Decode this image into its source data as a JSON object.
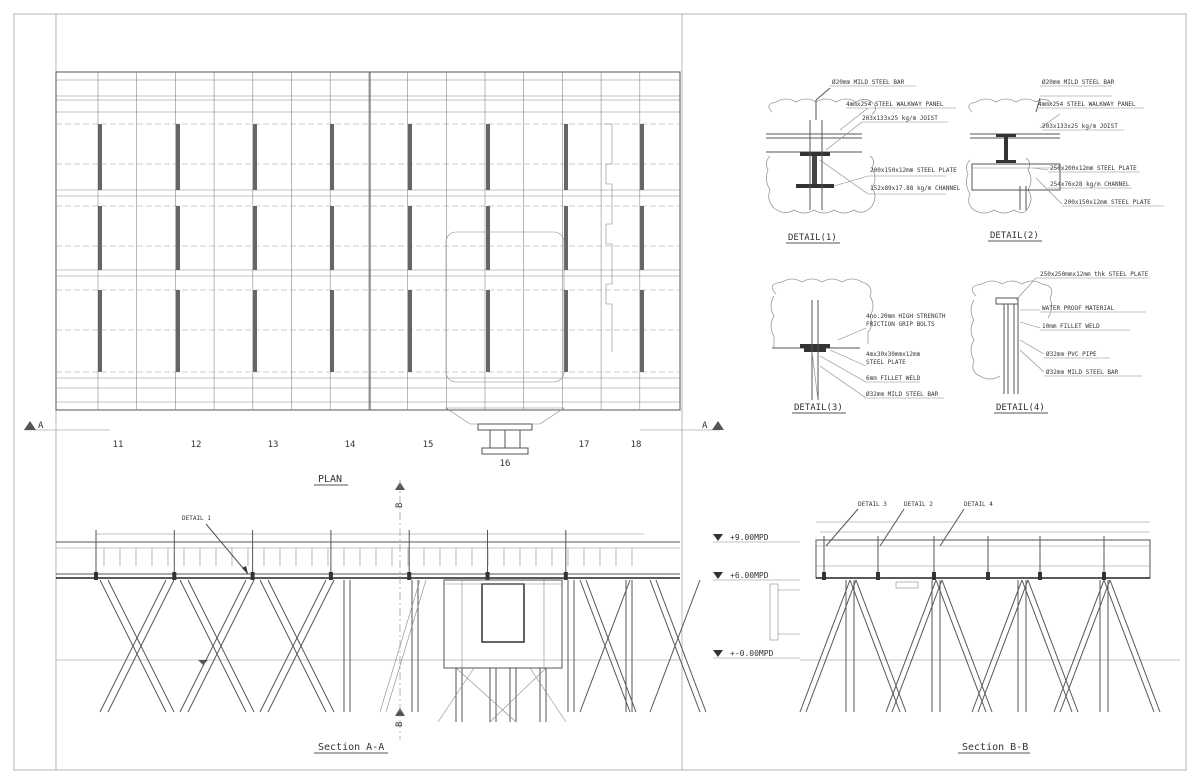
{
  "plan": {
    "title": "PLAN",
    "section_marker": "A",
    "grid_labels": [
      "11",
      "12",
      "13",
      "14",
      "15",
      "16",
      "17",
      "18"
    ]
  },
  "section_aa": {
    "title": "Section A-A",
    "marker": "B",
    "detail_label": "DETAIL 1"
  },
  "section_bb": {
    "title": "Section B-B",
    "levels": [
      "+9.00MPD",
      "+6.00MPD",
      "+-0.00MPD"
    ],
    "detail_labels": [
      "DETAIL 3",
      "DETAIL 2",
      "DETAIL 4"
    ]
  },
  "details": [
    {
      "title": "DETAIL(1)",
      "labels": [
        "Ø20mm MILD STEEL BAR",
        "4mmx254 STEEL WALKWAY PANEL",
        "203x133x25 kg/m JOIST",
        "200x150x12mm STEEL PLATE",
        "152x89x17.88 kg/m CHANNEL"
      ]
    },
    {
      "title": "DETAIL(2)",
      "labels": [
        "Ø20mm MILD STEEL BAR",
        "4mmx254 STEEL WALKWAY PANEL",
        "203x133x25 kg/m JOIST",
        "250x200x12mm STEEL PLATE",
        "254x76x28 kg/m CHANNEL",
        "200x150x12mm STEEL PLATE"
      ]
    },
    {
      "title": "DETAIL(3)",
      "labels": [
        "4no.20mm HIGH STRENGTH",
        "FRICTION GRIP BOLTS",
        "4mx30x30mmx12mm",
        "STEEL PLATE",
        "6mm FILLET WELD",
        "Ø32mm MILD STEEL BAR"
      ]
    },
    {
      "title": "DETAIL(4)",
      "labels": [
        "250x250mmx12mm thk STEEL PLATE",
        "WATER PROOF MATERIAL",
        "10mm FILLET WELD",
        "Ø32mm PVC PIPE",
        "Ø32mm MILD STEEL BAR"
      ]
    }
  ]
}
